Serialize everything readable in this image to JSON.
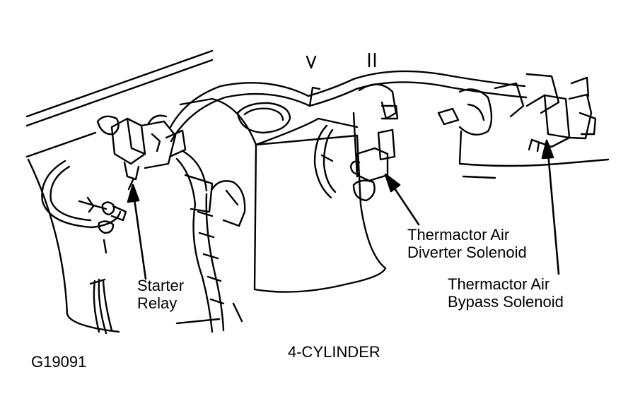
{
  "labels": {
    "starter_relay": [
      "Starter",
      "Relay"
    ],
    "diverter_solenoid": [
      "Thermactor Air",
      "Diverter Solenoid"
    ],
    "bypass_solenoid": [
      "Thermactor Air",
      "Bypass Solenoid"
    ],
    "engine_variant": "4-CYLINDER",
    "figure_code": "G19091"
  },
  "colors": {
    "ink": "#000000",
    "paper": "#ffffff"
  }
}
